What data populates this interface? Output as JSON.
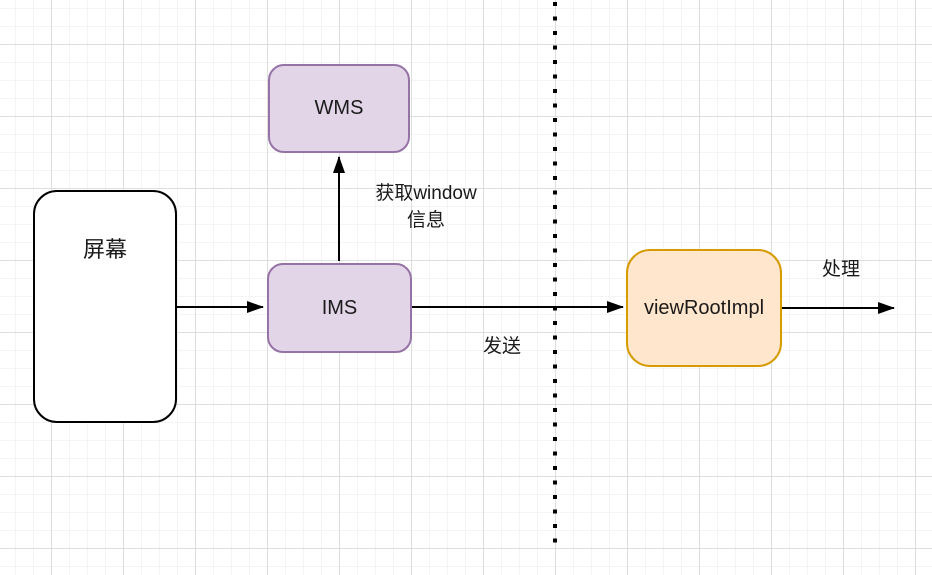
{
  "canvas": {
    "background": "#ffffff",
    "grid_minor_color": "#f4f4f4",
    "grid_major_color": "#dedede"
  },
  "nodes": [
    {
      "id": "screen",
      "label": "屏幕",
      "fill": "#ffffff",
      "border": "#000000"
    },
    {
      "id": "wms",
      "label": "WMS",
      "fill": "#e1d5e7",
      "border": "#9673a6"
    },
    {
      "id": "ims",
      "label": "IMS",
      "fill": "#e1d5e7",
      "border": "#9673a6"
    },
    {
      "id": "viewRootImpl",
      "label": "viewRootImpl",
      "fill": "#ffe6cc",
      "border": "#d79b00"
    }
  ],
  "edges": [
    {
      "from": "screen",
      "to": "ims",
      "label": ""
    },
    {
      "from": "ims",
      "to": "wms",
      "label": "获取window\n信息"
    },
    {
      "from": "ims",
      "to": "viewRootImpl",
      "label": "发送"
    },
    {
      "from": "viewRootImpl",
      "to": "right-edge",
      "label": "处理"
    }
  ],
  "divider": {
    "style": "vertical-dotted-line",
    "color": "#000000"
  },
  "arrow_color": "#000000"
}
